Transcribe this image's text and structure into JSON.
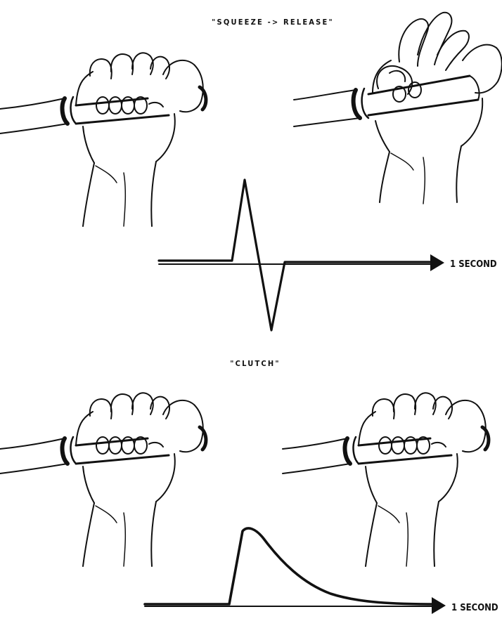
{
  "top_panel": {
    "title": "\"SQUEEZE -> RELEASE\"",
    "time_label": "1 SECOND"
  },
  "bottom_panel": {
    "title": "\"CLUTCH\"",
    "time_label": "1 SECOND"
  },
  "colors": {
    "ink": "#111111",
    "paper": "#ffffff"
  }
}
